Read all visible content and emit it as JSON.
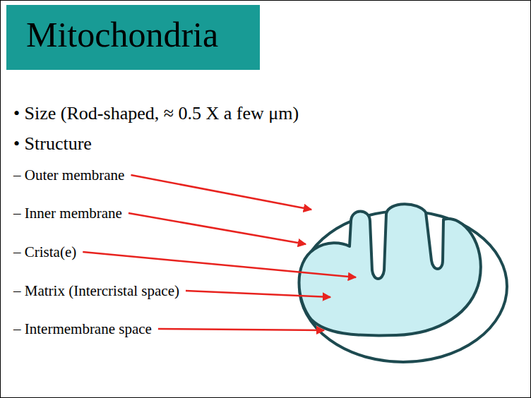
{
  "diagram": {
    "title": "Mitochondria",
    "labels": [
      "• Size (Rod-shaped, ≈ 0.5 X a few μm)",
      "• Structure",
      "– Outer membrane",
      "– Inner membrane",
      "– Crista(e)",
      "– Matrix (Intercristal space)",
      "– Intermembrane space"
    ]
  }
}
